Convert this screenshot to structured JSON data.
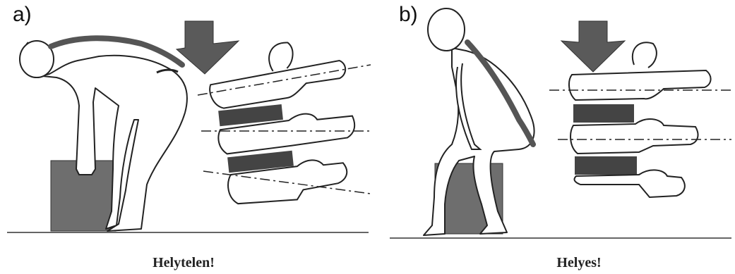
{
  "panel_a": {
    "label": "a)",
    "caption": "Helytelen!"
  },
  "panel_b": {
    "label": "b)",
    "caption": "Helyes!"
  },
  "colors": {
    "line": "#222222",
    "spine_highlight": "#555555",
    "box_fill": "#6e6e6e",
    "disc_fill": "#444444",
    "arrow_fill": "#5a5a5a"
  }
}
